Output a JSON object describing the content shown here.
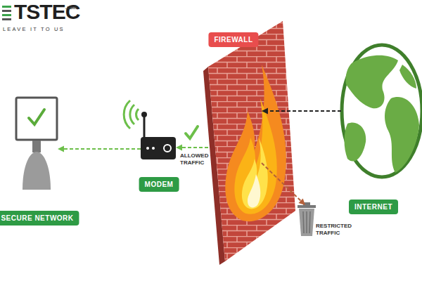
{
  "diagram": {
    "nodes": [
      {
        "text": [
          "SECURE NETWORK"
        ]
      },
      {
        "text": [
          "MODEM"
        ]
      },
      {
        "text": [
          "FIREWALL"
        ]
      },
      {
        "text": [
          "INTERNET"
        ]
      },
      {
        "text": [
          "RESTRICTED TRAFFIC"
        ]
      }
    ],
    "edges": [
      {
        "from": 3,
        "to": 2,
        "arrow": "to"
      },
      {
        "from": 2,
        "to": 1,
        "label": "ALLOWED TRAFFIC",
        "arrow": "to"
      },
      {
        "from": 1,
        "to": 0,
        "arrow": "to"
      },
      {
        "from": 2,
        "to": 4,
        "arrow": "to"
      }
    ],
    "labels": [
      "TSTEC",
      ".com",
      "LEAVE IT TO US"
    ]
  }
}
